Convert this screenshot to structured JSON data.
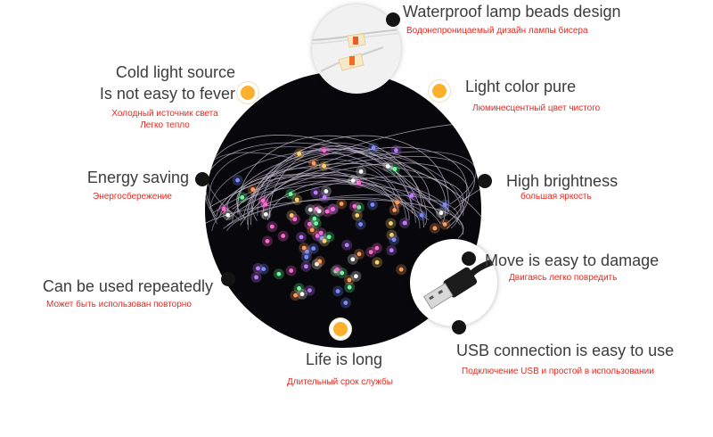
{
  "features": {
    "waterproof": {
      "title": "Waterproof lamp beads design",
      "subtitle": "Водонепроницаемый дизайн лампы бисера"
    },
    "cold_light": {
      "title_line1": "Cold light source",
      "title_line2": "Is not easy to fever",
      "subtitle_line1": "Холодный источник света",
      "subtitle_line2": "Легко тепло"
    },
    "light_color": {
      "title": "Light color pure",
      "subtitle": "Люминесцентный цвет чистого"
    },
    "energy_saving": {
      "title": "Energy saving",
      "subtitle": "Энергосбережение"
    },
    "high_brightness": {
      "title": "High brightness",
      "subtitle": "большая яркость"
    },
    "move_easy": {
      "title": "Move is easy to damage",
      "subtitle": "Двигаясь легко повредить"
    },
    "repeated_use": {
      "title": "Can be used repeatedly",
      "subtitle": "Может быть использован повторно"
    },
    "usb_connection": {
      "title": "USB connection is easy to use",
      "subtitle": "Подключение USB и простой в использовании"
    },
    "life_long": {
      "title": "Life is long",
      "subtitle": "Длительный срок службы"
    }
  },
  "colors": {
    "accent_dot": "#fdb02c",
    "marker_dot": "#141414",
    "subtitle_text": "#e8271e",
    "title_text": "#3c3c3c"
  },
  "icons": [
    "string-lights-photo",
    "lamp-bead-closeup",
    "usb-plug-icon"
  ]
}
